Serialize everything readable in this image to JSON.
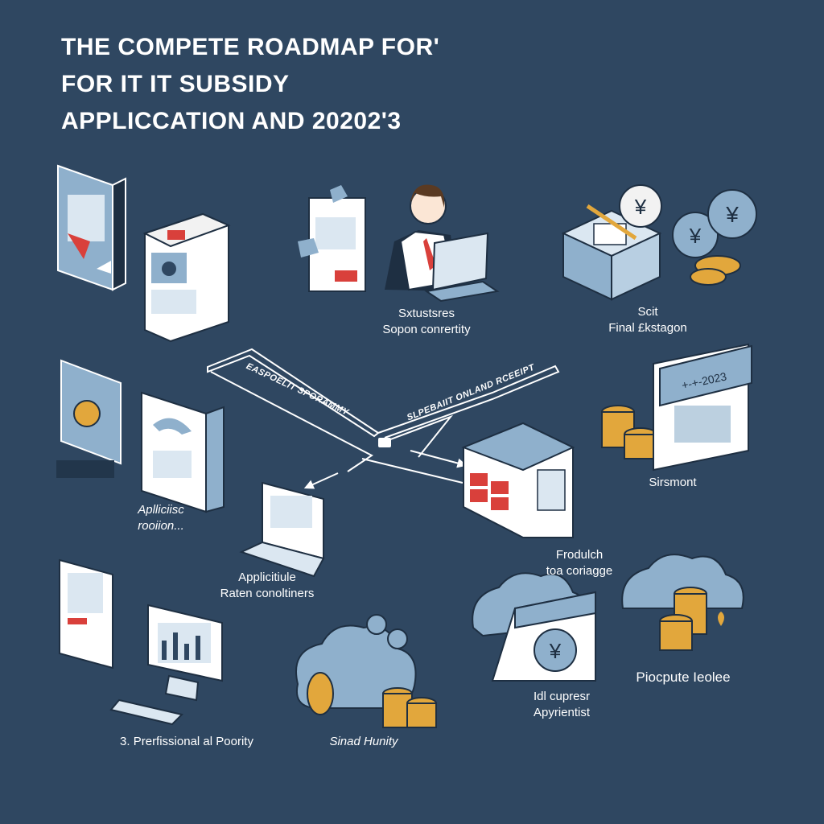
{
  "title": {
    "line1": "THE COMPETE ROADMAP FOR'",
    "line2": "FOR IT IT SUBSIDY",
    "line3": "APPLICCATION AND 20202'3"
  },
  "road": {
    "left_label": "EASPOELIT SPORAMMY",
    "right_label": "SLPEBAIIT ONLAND RCEEIPT"
  },
  "labels": {
    "top_center_1": "Sxtustsres",
    "top_center_2": "Sopon conrertity",
    "top_right_1": "Scit",
    "top_right_2": "Final £kstagon",
    "mid_right": "Sirsmont",
    "mid_left_1": "Aplliciisc",
    "mid_left_2": "rooiion...",
    "center_1": "Applicitiule",
    "center_2": "Raten conoltiners",
    "right_center_1": "Frodulch",
    "right_center_2": "toa coriagge",
    "bottom_left": "3. Prerfissional al Poority",
    "bottom_center": "Sinad Hunity",
    "bottom_mid_1": "Idl cupresr",
    "bottom_mid_2": "Apyrientist",
    "bottom_right": "Piocpute Ieolee"
  },
  "colors": {
    "background": "#2f4761",
    "accent_red": "#d9403b",
    "coin_gold": "#e2a73c",
    "panel_blue": "#8fb0cc"
  },
  "icons": {
    "currency": "¥",
    "dollar": "$",
    "calendar_year": "+-+-2023"
  }
}
